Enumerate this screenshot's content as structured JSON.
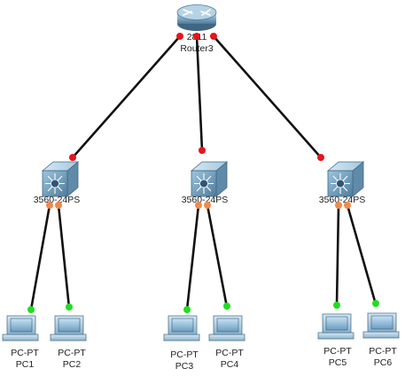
{
  "router": {
    "model": "2811",
    "name": "Router3"
  },
  "switches": [
    {
      "model": "3560-24PS"
    },
    {
      "model": "3560-24PS"
    },
    {
      "model": "3560-24PS"
    }
  ],
  "pcs": [
    {
      "model": "PC-PT",
      "name": "PC1"
    },
    {
      "model": "PC-PT",
      "name": "PC2"
    },
    {
      "model": "PC-PT",
      "name": "PC3"
    },
    {
      "model": "PC-PT",
      "name": "PC4"
    },
    {
      "model": "PC-PT",
      "name": "PC5"
    },
    {
      "model": "PC-PT",
      "name": "PC6"
    }
  ],
  "links": [
    {
      "from": "Router3",
      "to": "switch-1",
      "status": "down"
    },
    {
      "from": "Router3",
      "to": "switch-2",
      "status": "down"
    },
    {
      "from": "Router3",
      "to": "switch-3",
      "status": "down"
    },
    {
      "from": "switch-1",
      "to": "PC1",
      "status": "up"
    },
    {
      "from": "switch-1",
      "to": "PC2",
      "status": "up"
    },
    {
      "from": "switch-2",
      "to": "PC3",
      "status": "up"
    },
    {
      "from": "switch-2",
      "to": "PC4",
      "status": "up"
    },
    {
      "from": "switch-3",
      "to": "PC5",
      "status": "up"
    },
    {
      "from": "switch-3",
      "to": "PC6",
      "status": "up"
    }
  ],
  "colors": {
    "port_down": "#e8141b",
    "port_up": "#22dd22",
    "port_switch": "#f08a4b",
    "cable": "#111111"
  }
}
